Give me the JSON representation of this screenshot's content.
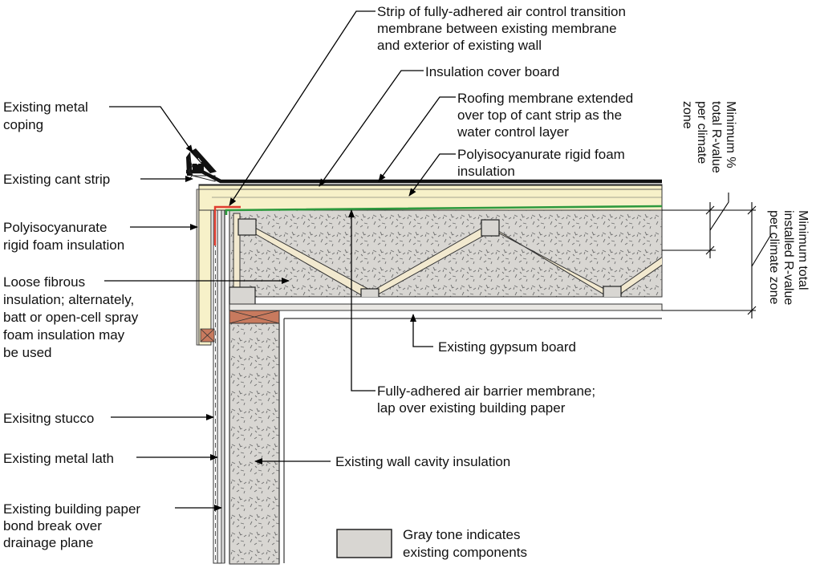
{
  "colors": {
    "existing_gray": "#d8d6d2",
    "insulation_yellow": "#f7f1c9",
    "truss_wood": "#f2e9cf",
    "air_barrier_green": "#2e9a3e",
    "transition_red": "#e03c2e",
    "membrane_black": "#111111",
    "outline": "#222222"
  },
  "labels": {
    "metal_coping": [
      "Existing metal",
      "coping"
    ],
    "cant_strip": [
      "Existing cant strip"
    ],
    "poly_wall": [
      "Polyisocyanurate",
      "rigid foam insulation"
    ],
    "loose_fibrous": [
      "Loose fibrous",
      "insulation; alternately,",
      "batt or open-cell spray",
      "foam insulation may",
      "be used"
    ],
    "stucco": [
      "Exisitng stucco"
    ],
    "metal_lath": [
      "Existing metal lath"
    ],
    "building_paper": [
      "Existing building paper",
      "bond break over",
      "drainage plane"
    ],
    "transition_strip": [
      "Strip of fully-adhered air control transition",
      "membrane between existing membrane",
      "and exterior of existing wall"
    ],
    "cover_board": [
      "Insulation cover board"
    ],
    "roofing_membrane": [
      "Roofing membrane extended",
      "over top of cant strip as the",
      "water control layer"
    ],
    "poly_roof": [
      "Polyisocyanurate rigid foam",
      "insulation"
    ],
    "gypsum": [
      "Existing gypsum board"
    ],
    "air_barrier": [
      "Fully-adhered air barrier membrane;",
      "lap over existing building paper"
    ],
    "wall_cavity": [
      "Existing wall cavity insulation"
    ],
    "legend": [
      "Gray tone indicates",
      "existing components"
    ],
    "min_percent": [
      "Minimum %",
      "total R-value",
      "per climate",
      "zone"
    ],
    "min_total": [
      "Minimum total",
      "installed R-value",
      "per climate zone"
    ]
  }
}
